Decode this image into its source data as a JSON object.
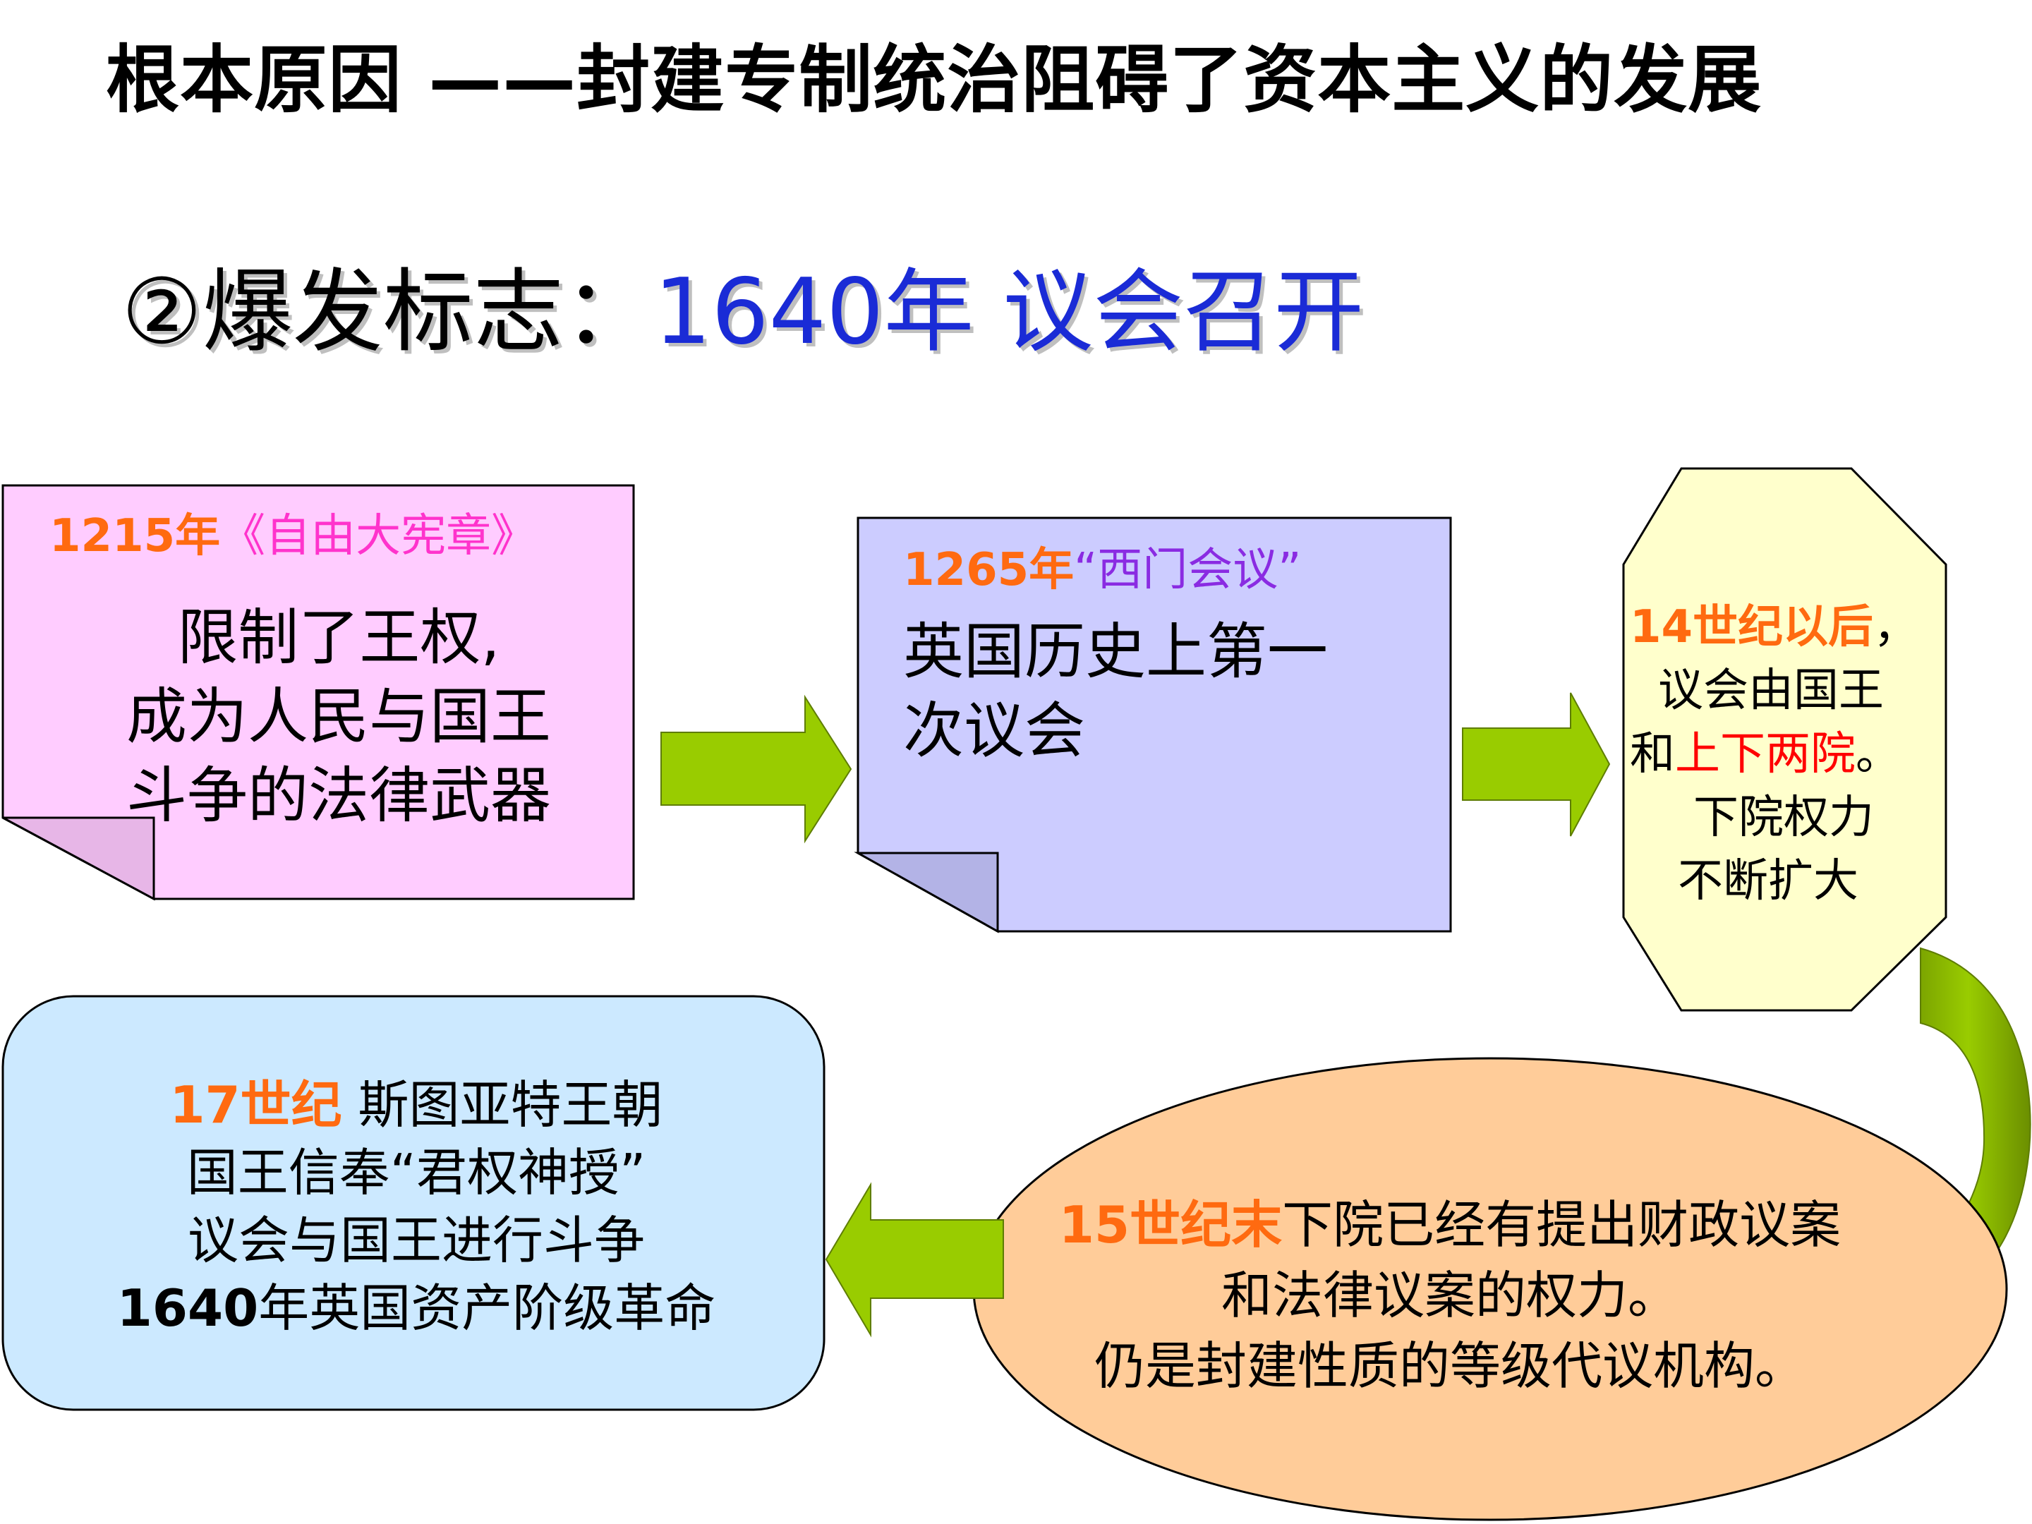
{
  "title": "根本原因 ——封建专制统治阻碍了资本主义的发展",
  "subtitle": {
    "label": "②爆发标志：",
    "value": "1640年 议会召开"
  },
  "boxes": {
    "magna_carta": {
      "year": "1215年",
      "name": "《自由大宪章》",
      "lines": [
        "限制了王权,",
        "成为人民与国王",
        "斗争的法律武器"
      ]
    },
    "montfort": {
      "year": "1265年",
      "name": "“西门会议”",
      "lines": [
        "英国历史上第一",
        "次议会"
      ]
    },
    "century14": {
      "era": "14世纪以后",
      "comma": "，",
      "line1": "议会由国王",
      "line2_pre": "和",
      "line2_red": "上下两院",
      "line2_post": "。",
      "line3": "下院权力",
      "line4": "不断扩大"
    },
    "century15": {
      "era": "15世纪末",
      "line1_rest": "下院已经有提出财政议案",
      "line2": "和法律议案的权力。",
      "line3": "仍是封建性质的等级代议机构。"
    },
    "century17": {
      "era": "17世纪",
      "line1_rest": " 斯图亚特王朝",
      "line2": "国王信奉“君权神授”",
      "line3": "议会与国王进行斗争",
      "line4_bold": "1640",
      "line4_rest": "年英国资产阶级革命"
    }
  },
  "colors": {
    "pink_box": "#ffccff",
    "lavender_box": "#ccccff",
    "yellow_box": "#ffffcc",
    "peach_box": "#ffcc99",
    "blue_box": "#cce9ff",
    "arrow_green": "#99cc00",
    "accent_orange": "#ff6a10",
    "accent_blue": "#1a2bd6"
  }
}
